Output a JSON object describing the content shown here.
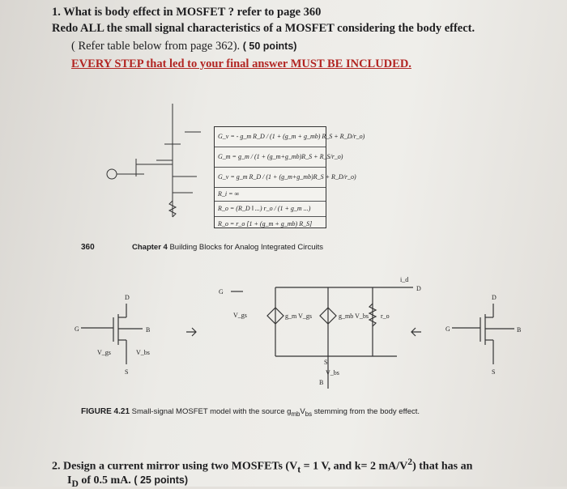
{
  "q1": {
    "line1": "1.  What is body effect in MOSFET ? refer to page 360",
    "line2": "Redo ALL the small signal characteristics of a MOSFET considering the body effect.",
    "line3a": "( Refer table below from page 362).",
    "line3b": "( 50 points)",
    "line4": "EVERY STEP that led to your final answer MUST BE INCLUDED."
  },
  "book": {
    "page_number": "360",
    "chapter_label": "Chapter 4",
    "chapter_title": "Building Blocks for Analog Integrated Circuits",
    "figure_label": "FIGURE 4.21",
    "figure_caption_pre": "Small-signal MOSFET model with the source g",
    "figure_caption_sub": "mb",
    "figure_caption_mid": "V",
    "figure_caption_sub2": "bs",
    "figure_caption_post": " stemming from the body effect.",
    "table_rows": [
      "G_v = - g_m R_D / (1 + (g_m + g_mb) R_S + R_D/r_o)",
      "G_m = g_m / (1 + (g_m+g_mb)R_S + R_S/r_o)",
      "G_v = g_m R_D / (1 + (g_m+g_mb)R_S + R_D/r_o)",
      "R_i = ∞",
      "R_o = (R_D ‖ ...) r_o / (1 + g_m ...)",
      "R_o = r_o [1 + (g_m + g_mb) R_S]"
    ],
    "circuit_labels": {
      "G": "G",
      "D": "D",
      "S": "S",
      "B": "B",
      "vgs": "V_gs",
      "vbs": "V_bs",
      "gm": "g_m V_gs",
      "gmb": "g_mb V_bs",
      "ro": "r_o",
      "id": "i_d",
      "plus": "+",
      "minus": "-"
    }
  },
  "q2": {
    "line1": "2.  Design a current mirror using two MOSFETs (V",
    "sub_t": "t",
    "line1b": " = 1 V, and k= 2 mA/V",
    "sup2": "2",
    "line1c": ") that has an",
    "line2a": "I",
    "sub_d": "D",
    "line2b": " of 0.5 mA.",
    "points": "( 25 points)"
  }
}
